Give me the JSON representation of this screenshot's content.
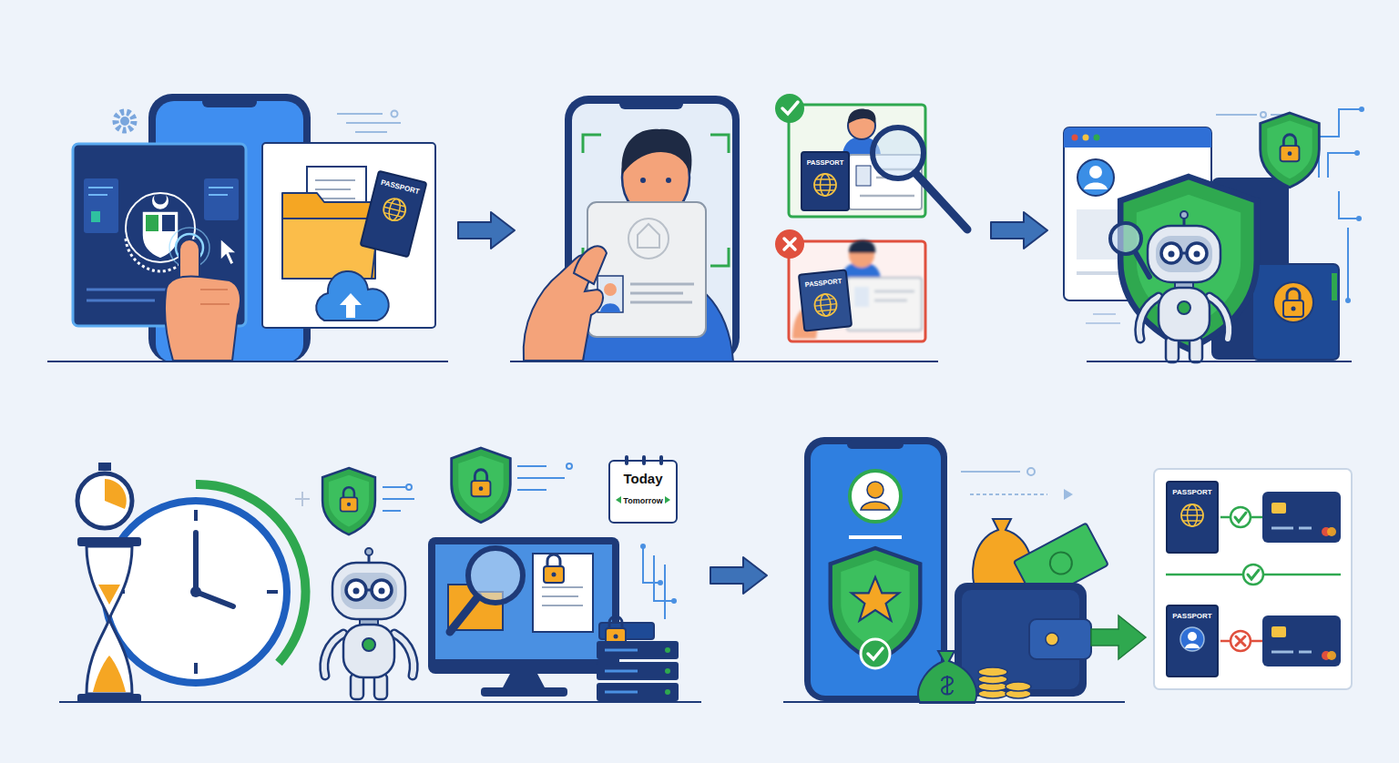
{
  "diagram": {
    "nodes": [
      {
        "text": [
          "PASSPORT"
        ]
      },
      {
        "text": [
          "PASSPORT"
        ]
      },
      {
        "text": [
          "PASSPORT"
        ]
      },
      {
        "text": [
          "Today",
          "Tomorrow"
        ]
      },
      {
        "text": [
          "PASSPORT"
        ]
      },
      {
        "text": [
          "PASSPORT"
        ]
      }
    ]
  }
}
